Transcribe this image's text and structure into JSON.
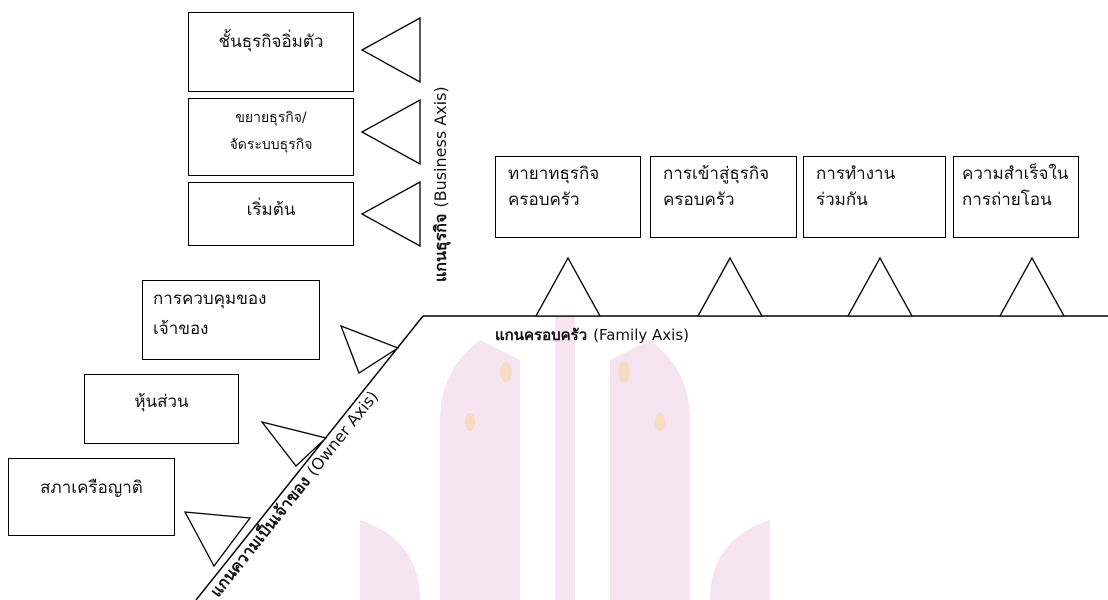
{
  "business_axis": {
    "label_bold": "แกนธุรกิจ",
    "label_light": "(Business Axis)",
    "boxes": [
      {
        "lines": [
          "ชั้นธุรกิจอิ่มตัว"
        ]
      },
      {
        "lines": [
          "ขยายธุรกิจ/",
          "จัดระบบธุรกิจ"
        ]
      },
      {
        "lines": [
          "เริ่มต้น"
        ]
      }
    ]
  },
  "family_axis": {
    "label_bold": "แกนครอบครัว",
    "label_light": "(Family Axis)",
    "boxes": [
      {
        "lines": [
          "ทายาทธุรกิจ",
          "ครอบครัว"
        ]
      },
      {
        "lines": [
          "การเข้าสู่ธุรกิจ",
          "ครอบครัว"
        ]
      },
      {
        "lines": [
          "การทำงาน",
          "ร่วมกัน"
        ]
      },
      {
        "lines": [
          "ความสำเร็จใน",
          "การถ่ายโอน"
        ]
      }
    ]
  },
  "owner_axis": {
    "label_bold": "แกนความเป็นเจ้าของ",
    "label_light": "(Owner Axis)",
    "boxes": [
      {
        "lines": [
          "การควบคุมของ",
          "เจ้าของ"
        ]
      },
      {
        "lines": [
          "หุ้นส่วน"
        ]
      },
      {
        "lines": [
          "สภาเครือญาติ"
        ]
      }
    ]
  },
  "colors": {
    "line": "#000000",
    "watermark": "#d98fbf"
  }
}
